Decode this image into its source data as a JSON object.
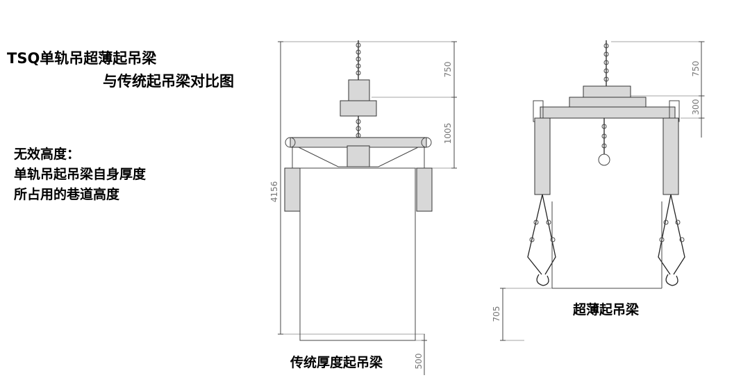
{
  "title": {
    "line1": "TSQ单轨吊超薄起吊梁",
    "line2": "与传统起吊梁对比图"
  },
  "note": {
    "line1": "无效高度：",
    "line2": "单轨吊起吊梁自身厚度",
    "line3": "所占用的巷道高度"
  },
  "traditional": {
    "caption": "传统厚度起吊梁",
    "dims": {
      "d750": "750",
      "d1005": "1005",
      "d4156": "4156",
      "d500": "500"
    }
  },
  "ultrathin": {
    "caption": "超薄起吊梁",
    "dims": {
      "d750": "750",
      "d300": "300",
      "d705": "705"
    }
  }
}
